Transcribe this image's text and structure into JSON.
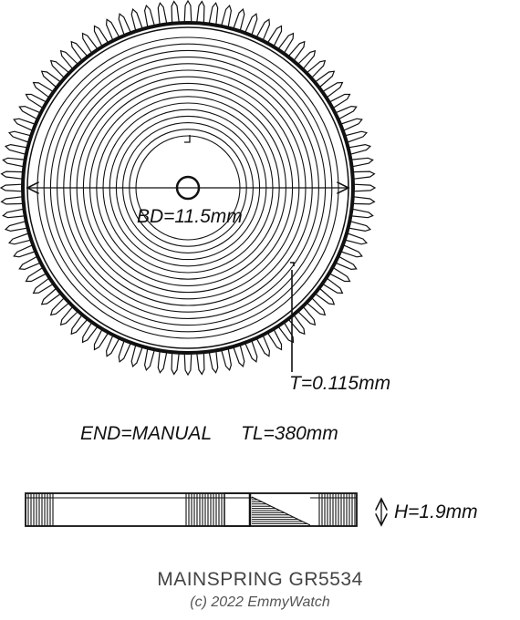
{
  "labels": {
    "barrel_diameter": "BD=11.5mm",
    "thickness": "T=0.115mm",
    "end_type": "END=MANUAL",
    "total_length": "TL=380mm",
    "height": "H=1.9mm"
  },
  "title": "MAINSPRING GR5534",
  "copyright": "(c) 2022 EmmyWatch",
  "colors": {
    "line": "#111111",
    "title": "#444444",
    "copyright": "#555555"
  }
}
